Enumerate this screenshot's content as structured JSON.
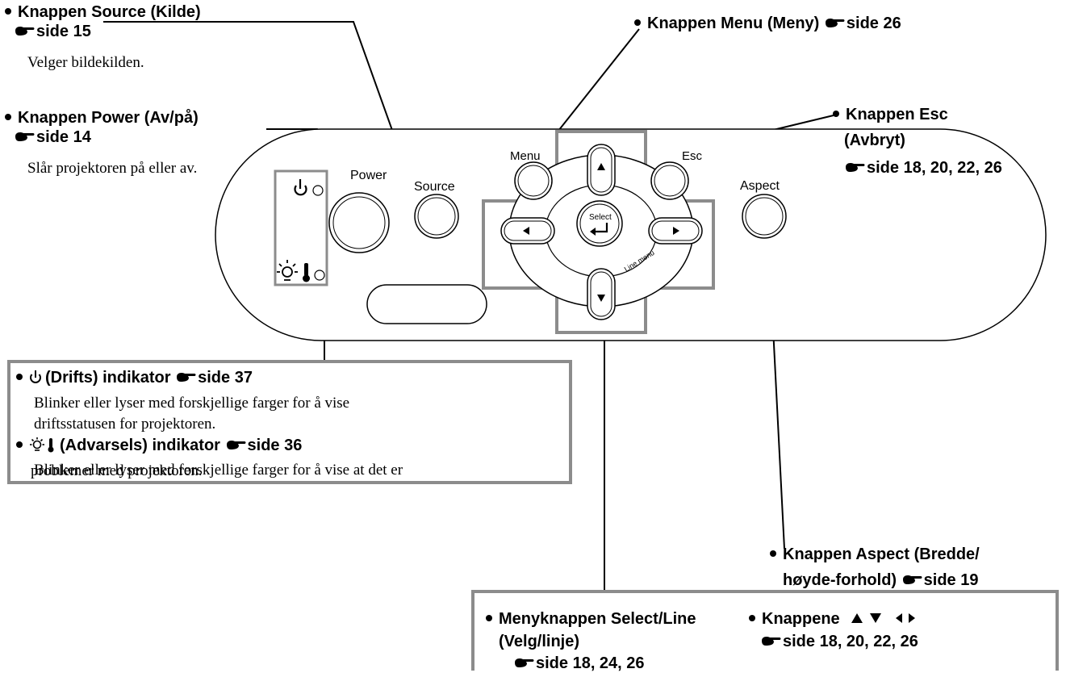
{
  "callouts": {
    "source": {
      "title": "Knappen Source (Kilde)",
      "ref": "side 15",
      "desc": "Velger bildekilden."
    },
    "power": {
      "title": "Knappen Power (Av/på)",
      "ref": "side 14",
      "desc": "Slår projektoren på eller av."
    },
    "menu": {
      "title": "Knappen Menu (Meny)",
      "ref": "side 26"
    },
    "esc": {
      "title_line1": "Knappen Esc",
      "title_line2": "(Avbryt)",
      "ref": "side 18, 20, 22, 26"
    },
    "aspect": {
      "title_line1": "Knappen Aspect (Bredde/",
      "title_line2": "høyde-forhold)",
      "ref": "side 19"
    }
  },
  "indicator_box": {
    "operation": {
      "title": "(Drifts) indikator",
      "ref": "side 37",
      "desc_line1": "Blinker eller lyser med forskjellige farger for å vise",
      "desc_line2": "driftsstatusen for projektoren."
    },
    "warning": {
      "title": "(Advarsels) indikator",
      "ref": "side 36",
      "desc_line1": "Blinker eller lyser med forskjellige farger for å vise at det er",
      "desc_line2": "problemer med projektoren."
    }
  },
  "bottom_box": {
    "select": {
      "title_line1": "Menyknappen Select/Line",
      "title_line2": "(Velg/linje)",
      "ref": "side 18, 24, 26"
    },
    "arrows": {
      "title": "Knappene",
      "ref": "side 18, 20, 22, 26"
    }
  },
  "panel": {
    "power_label": "Power",
    "source_label": "Source",
    "menu_label": "Menu",
    "esc_label": "Esc",
    "aspect_label": "Aspect",
    "select_label": "Select",
    "line_menu_label": "Line menu"
  },
  "icons": [
    "pointing-hand-icon",
    "power-icon",
    "lamp-warning-icon",
    "thermometer-icon",
    "enter-arrow-icon",
    "arrow-up-icon",
    "arrow-down-icon",
    "arrow-left-icon",
    "arrow-right-icon"
  ],
  "colors": {
    "box_border": "#8c8c8c",
    "panel_stroke": "#000000",
    "cross_stroke": "#8c8c8c"
  }
}
